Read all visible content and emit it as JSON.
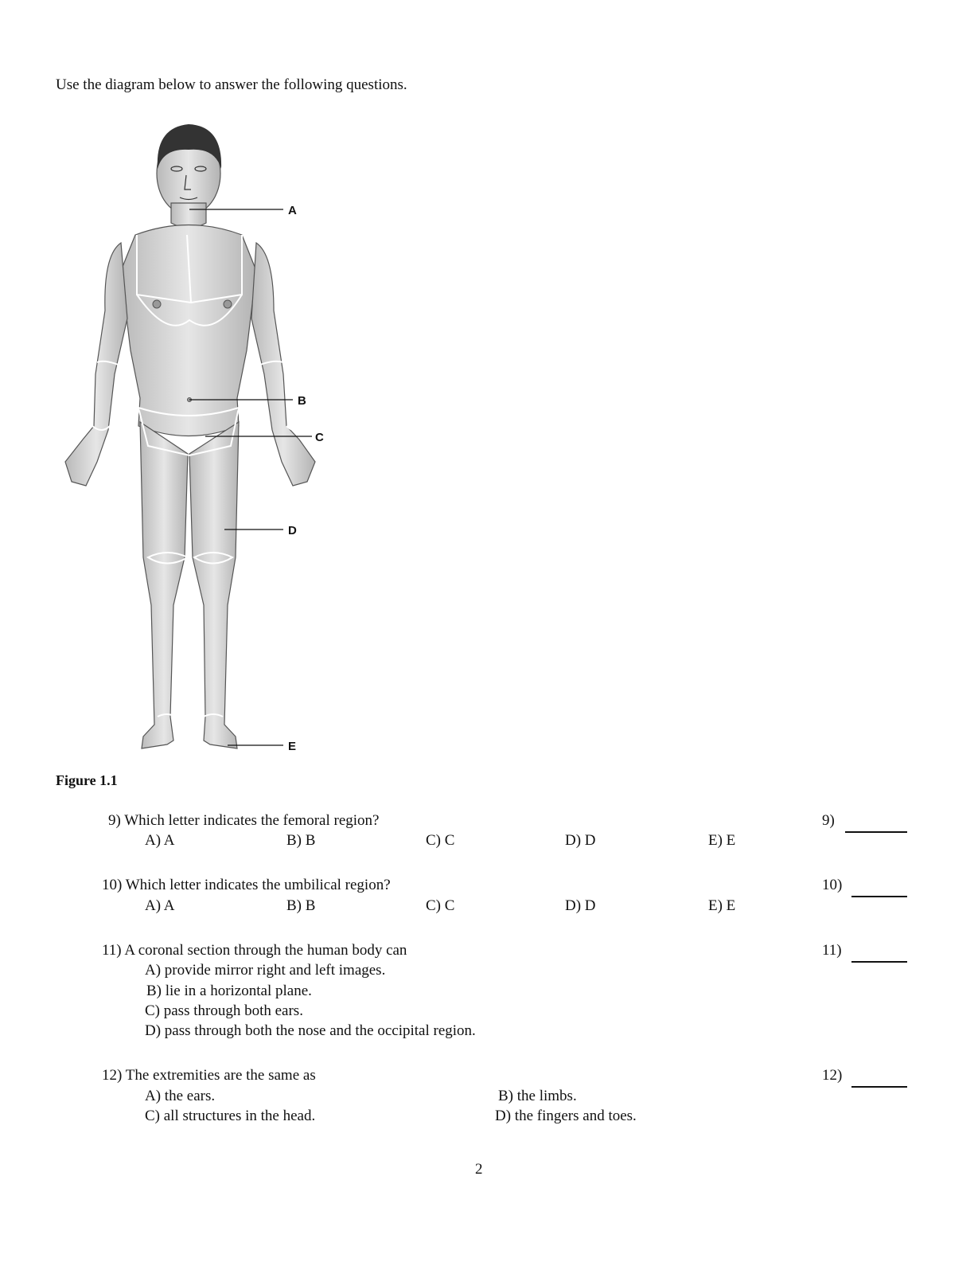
{
  "intro": "Use the diagram below to answer the following questions.",
  "figure": {
    "caption": "Figure 1.1",
    "labels": [
      "A",
      "B",
      "C",
      "D",
      "E"
    ]
  },
  "questions": [
    {
      "number": "9)",
      "text": "Which letter indicates the femoral region?",
      "options": [
        "A) A",
        "B) B",
        "C) C",
        "D) D",
        "E) E"
      ],
      "answer_number": "9)"
    },
    {
      "number": "10)",
      "text": "Which letter indicates the umbilical region?",
      "options": [
        "A) A",
        "B) B",
        "C) C",
        "D) D",
        "E) E"
      ],
      "answer_number": "10)"
    },
    {
      "number": "11)",
      "text": "A coronal section through the human body can",
      "options": [
        "A) provide mirror right and left images.",
        "B) lie in a horizontal plane.",
        "C) pass through both ears.",
        "D) pass through both the nose and the occipital region."
      ],
      "answer_number": "11)"
    },
    {
      "number": "12)",
      "text": "The extremities are the same as",
      "options": [
        "A) the ears.",
        "B) the limbs.",
        "C) all structures in the head.",
        "D) the fingers and toes."
      ],
      "answer_number": "12)"
    }
  ],
  "page_number": "2"
}
